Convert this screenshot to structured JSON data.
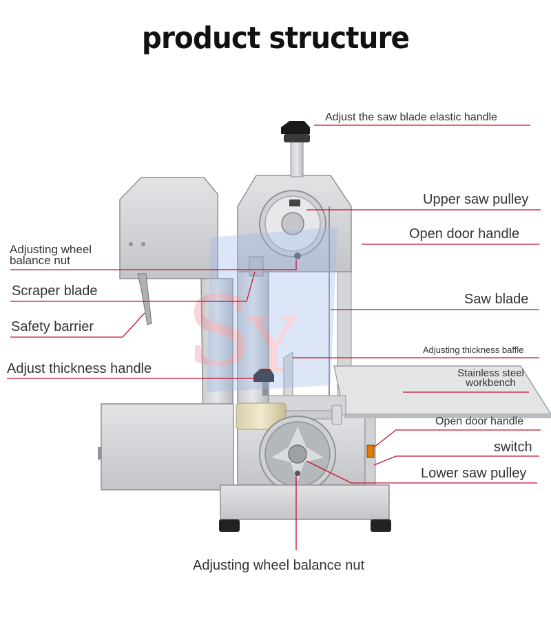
{
  "title": "product structure",
  "labels": {
    "saw_blade_elastic_handle": "Adjust the saw blade elastic handle",
    "upper_saw_pulley": "Upper saw pulley",
    "open_door_handle_upper": "Open door handle",
    "adjusting_wheel_balance_nut_upper": "Adjusting wheel balance nut",
    "scraper_blade": "Scraper blade",
    "saw_blade": "Saw blade",
    "safety_barrier": "Safety barrier",
    "adjusting_thickness_baffle": "Adjusting thickness baffle",
    "adjust_thickness_handle": "Adjust thickness handle",
    "stainless_steel_workbench": "Stainless steel workbench",
    "open_door_handle_lower": "Open door handle",
    "switch": "switch",
    "lower_saw_pulley": "Lower saw pulley",
    "adjusting_wheel_balance_nut_lower": "Adjusting wheel balance nut"
  },
  "colors": {
    "leader_line": "#c8102e",
    "label_text": "#333333",
    "machine_body": "#d9dadc",
    "machine_shadow": "#9fa2a6",
    "knob": "#1a1a1a"
  }
}
